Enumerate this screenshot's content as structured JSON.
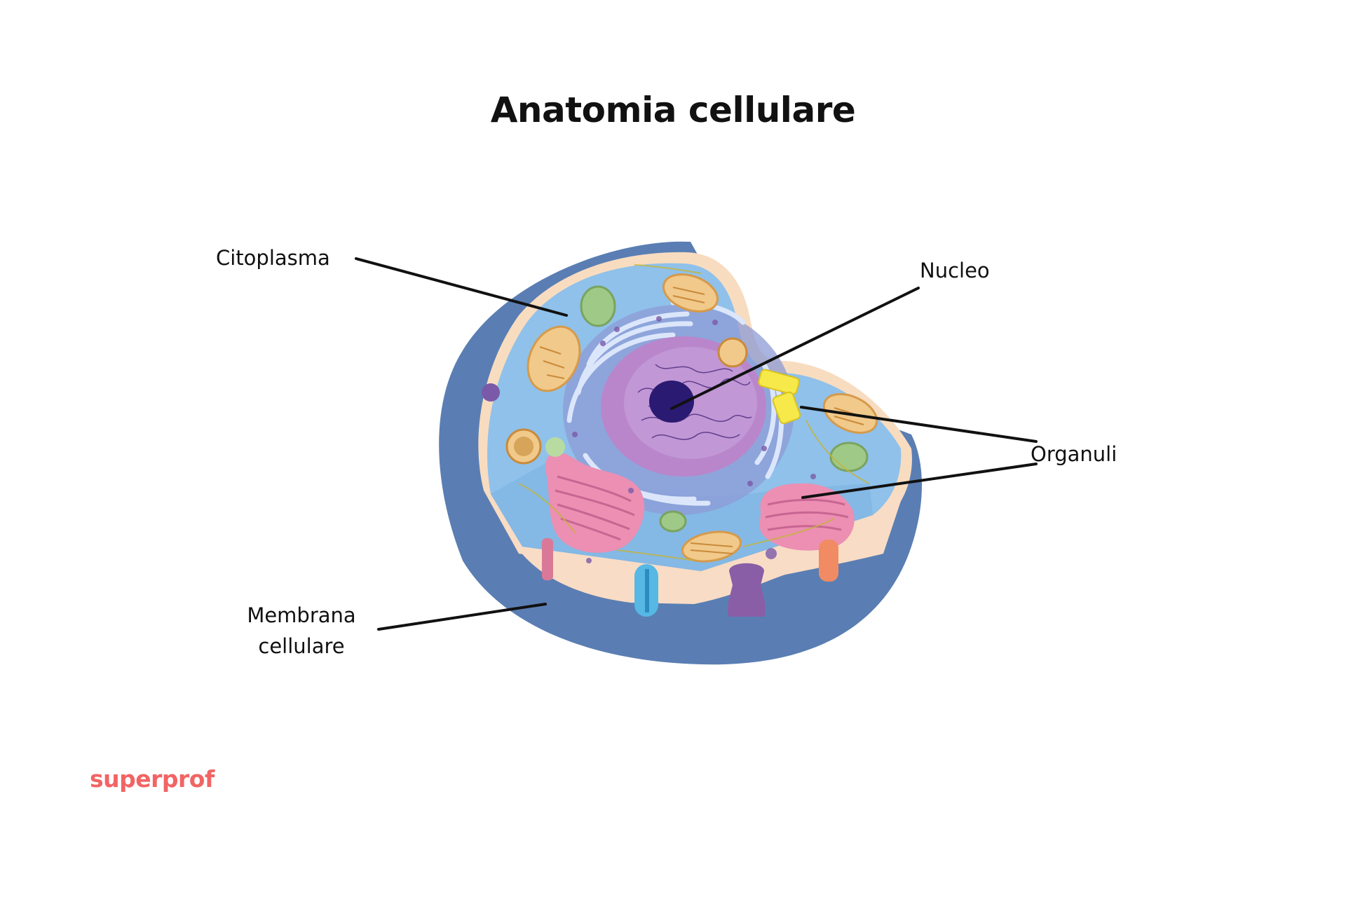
{
  "title": "Anatomia cellulare",
  "labels": {
    "citoplasma": "Citoplasma",
    "nucleo": "Nucleo",
    "organuli": "Organuli",
    "membrana_line1": "Membrana",
    "membrana_line2": "cellulare"
  },
  "brand": "superprof",
  "colors": {
    "outer": "#5a7eb3",
    "cytoplasm": "#8fc1ea",
    "membrane": "#f8dcc0",
    "nucleus_envelope": "#b986cb",
    "nucleus": "#a872c3",
    "nucleolus": "#2a1a72",
    "golgi": "#ec8fb3",
    "mitochondria": "#f1c98a",
    "vacuole": "#9fc987",
    "centriole": "#f7e94a",
    "brand": "#f26464"
  }
}
